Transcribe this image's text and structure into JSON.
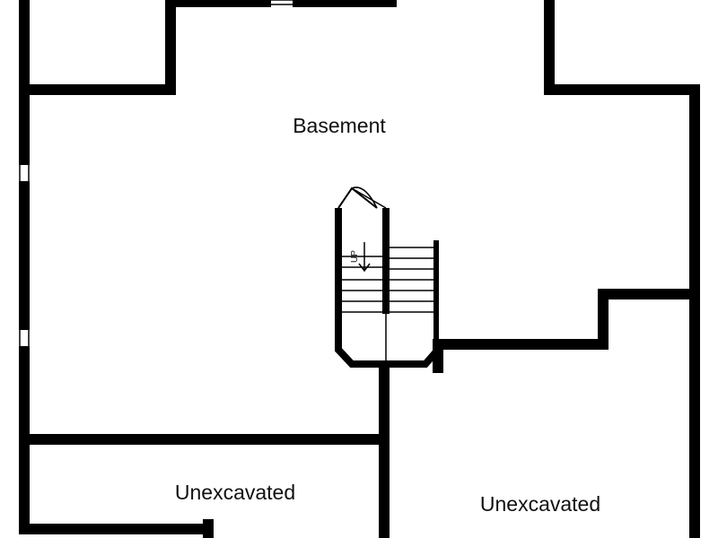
{
  "rooms": {
    "basement": "Basement",
    "unexcavated_left": "Unexcavated",
    "unexcavated_right": "Unexcavated"
  },
  "stairs": {
    "direction_label": "UP"
  },
  "colors": {
    "wall": "#000000",
    "background": "#ffffff",
    "text": "#111111"
  }
}
